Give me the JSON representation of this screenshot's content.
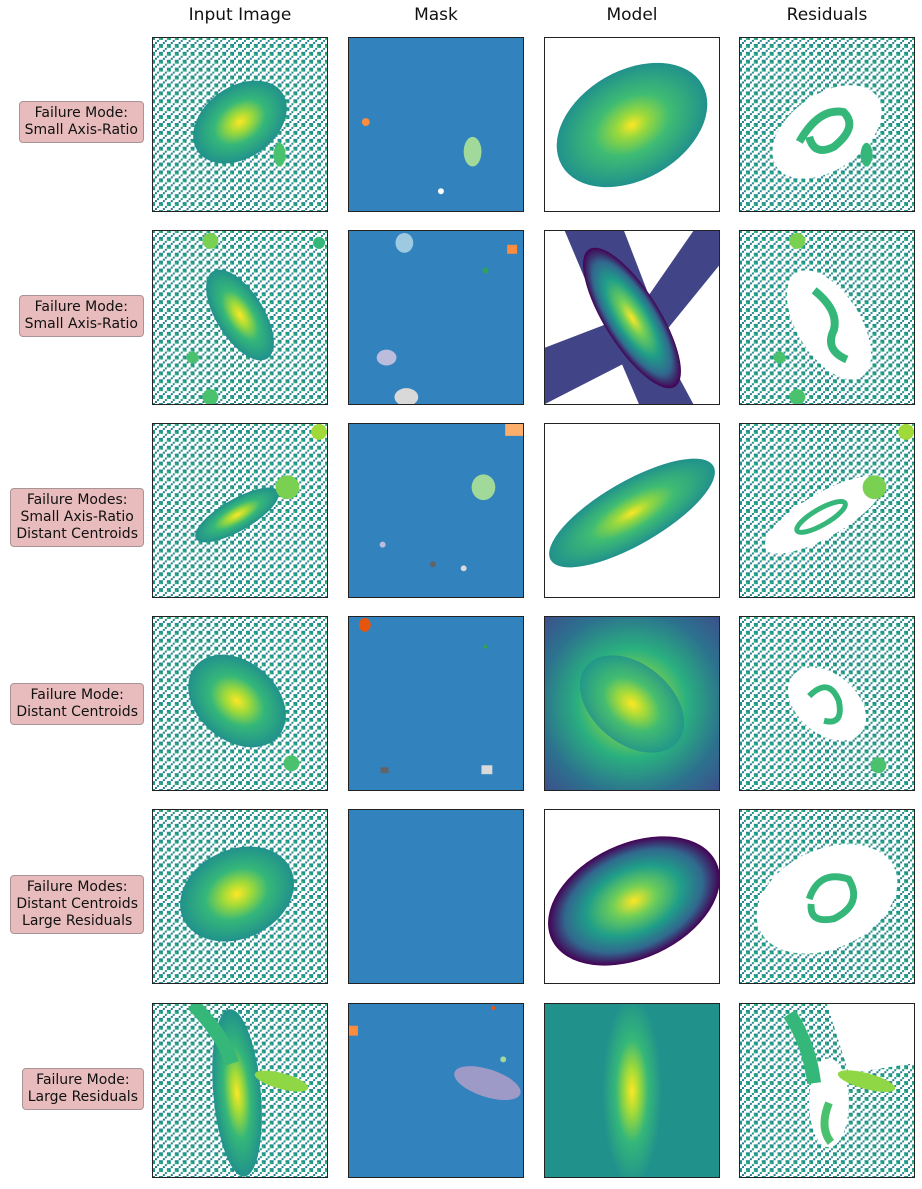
{
  "columns": [
    "Input Image",
    "Mask",
    "Model",
    "Residuals"
  ],
  "rows": [
    {
      "label": [
        "Failure Mode:",
        "Small Axis-Ratio"
      ]
    },
    {
      "label": [
        "Failure Mode:",
        "Small Axis-Ratio"
      ]
    },
    {
      "label": [
        "Failure Modes:",
        "Small Axis-Ratio",
        "Distant Centroids"
      ]
    },
    {
      "label": [
        "Failure Mode:",
        "Distant Centroids"
      ]
    },
    {
      "label": [
        "Failure Modes:",
        "Distant Centroids",
        "Large Residuals"
      ]
    },
    {
      "label": [
        "Failure Mode:",
        "Large Residuals"
      ]
    }
  ],
  "colors": {
    "label_background": "#e8bcbc",
    "mask_background": "#3182bd",
    "viridis_low": "#440154",
    "viridis_mid": "#21918c",
    "viridis_high": "#fde725"
  }
}
